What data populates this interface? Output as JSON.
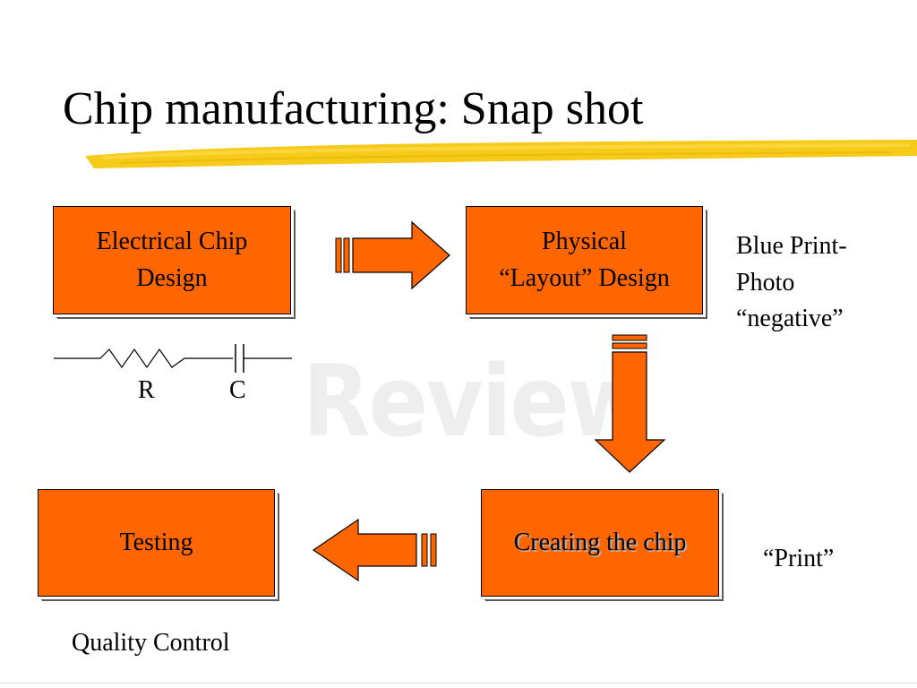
{
  "slide": {
    "title": "Chip manufacturing: Snap shot",
    "watermark": "Review"
  },
  "boxes": {
    "electrical": "Electrical Chip\nDesign",
    "layout": "Physical\n“Layout” Design",
    "testing": "Testing",
    "creating": "Creating the chip"
  },
  "labels": {
    "blueprint": "Blue Print-\nPhoto\n“negative”",
    "print": "“Print”",
    "quality": "Quality Control",
    "resistor": "R",
    "capacitor": "C"
  },
  "colors": {
    "box_fill": "#ff6600",
    "highlight": "#f5c400"
  }
}
